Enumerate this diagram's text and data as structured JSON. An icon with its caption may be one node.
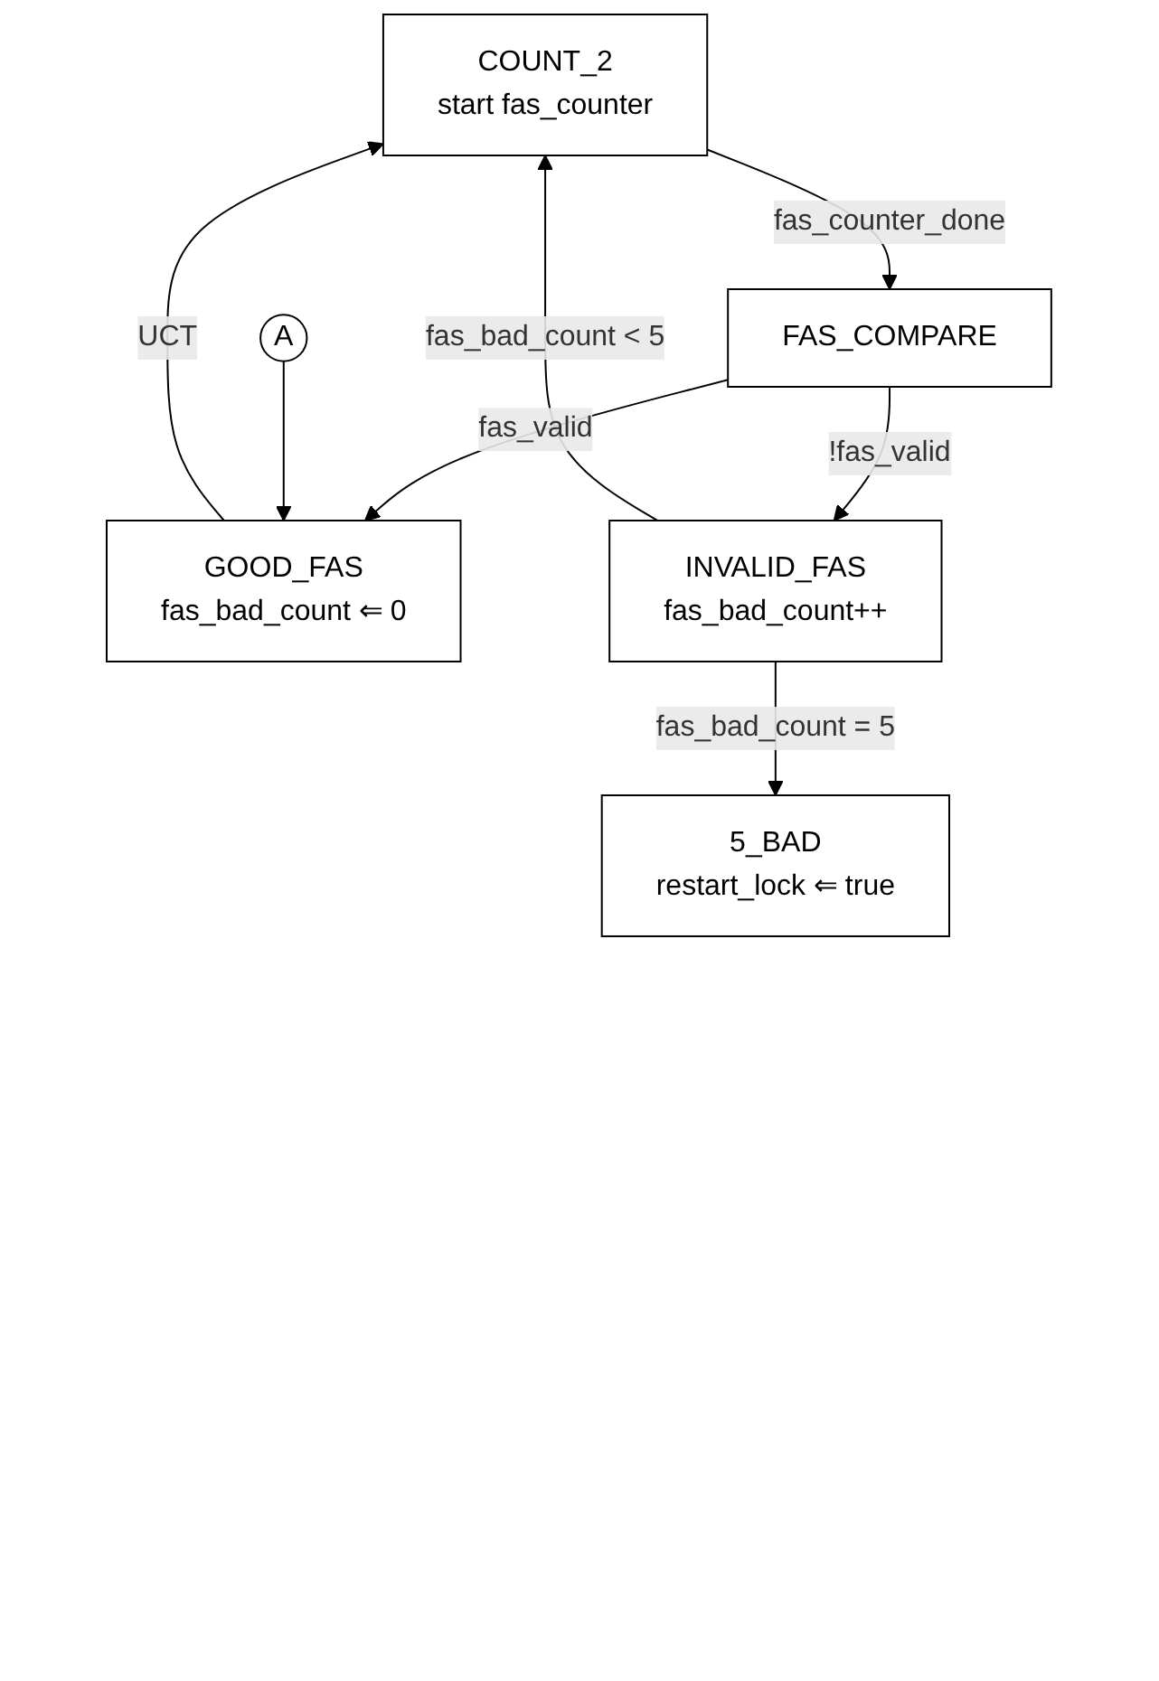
{
  "diagram": {
    "nodes": [
      {
        "text": [
          "COUNT_2",
          "start fas_counter"
        ]
      },
      {
        "text": [
          "FAS_COMPARE"
        ]
      },
      {
        "text": [
          "A"
        ]
      },
      {
        "text": [
          "GOOD_FAS",
          "fas_bad_count ⇐ 0"
        ]
      },
      {
        "text": [
          "INVALID_FAS",
          "fas_bad_count++"
        ]
      },
      {
        "text": [
          "5_BAD",
          "restart_lock ⇐ true"
        ]
      }
    ],
    "edges": [
      {
        "from": 0,
        "to": 1,
        "arrow": "to",
        "label": "fas_counter_done"
      },
      {
        "from": 1,
        "to": 3,
        "arrow": "to",
        "label": "fas_valid"
      },
      {
        "from": 1,
        "to": 4,
        "arrow": "to",
        "label": "!fas_valid"
      },
      {
        "from": 2,
        "to": 3,
        "arrow": "to"
      },
      {
        "from": 3,
        "to": 0,
        "arrow": "to",
        "label": "UCT"
      },
      {
        "from": 4,
        "to": 0,
        "arrow": "to",
        "label": "fas_bad_count < 5"
      },
      {
        "from": 4,
        "to": 5,
        "arrow": "to",
        "label": "fas_bad_count = 5"
      }
    ]
  }
}
